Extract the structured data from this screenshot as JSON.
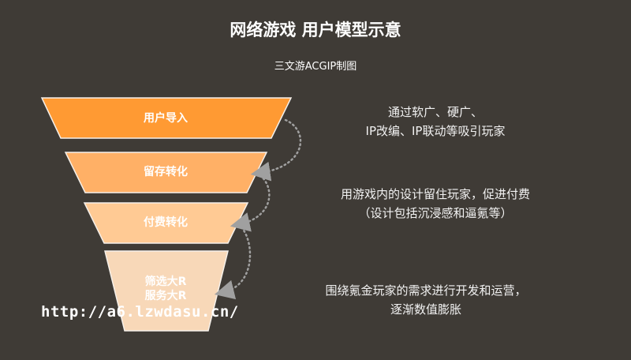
{
  "title": "网络游戏 用户模型示意",
  "subtitle": "三文游ACGIP制图",
  "stages": [
    {
      "label": "用户导入",
      "color": "#ff9a33"
    },
    {
      "label": "留存转化",
      "color": "#ffb066"
    },
    {
      "label": "付费转化",
      "color": "#ffca94"
    },
    {
      "label_lines": [
        "筛选大R",
        "服务大R"
      ],
      "color": "#f8d8b8"
    }
  ],
  "descriptions": [
    {
      "lines": [
        "通过软广、硬广、",
        "IP改编、IP联动等吸引玩家"
      ]
    },
    {
      "lines": [
        "用游戏内的设计留住玩家，促进付费",
        "（设计包括沉浸感和逼氪等）"
      ]
    },
    {
      "lines": [
        "围绕氪金玩家的需求进行开发和运营，",
        "逐渐数值膨胀"
      ]
    }
  ],
  "watermark": "http://a6.lzwdasu.cn/",
  "arrow_color": "#a0a0a0"
}
